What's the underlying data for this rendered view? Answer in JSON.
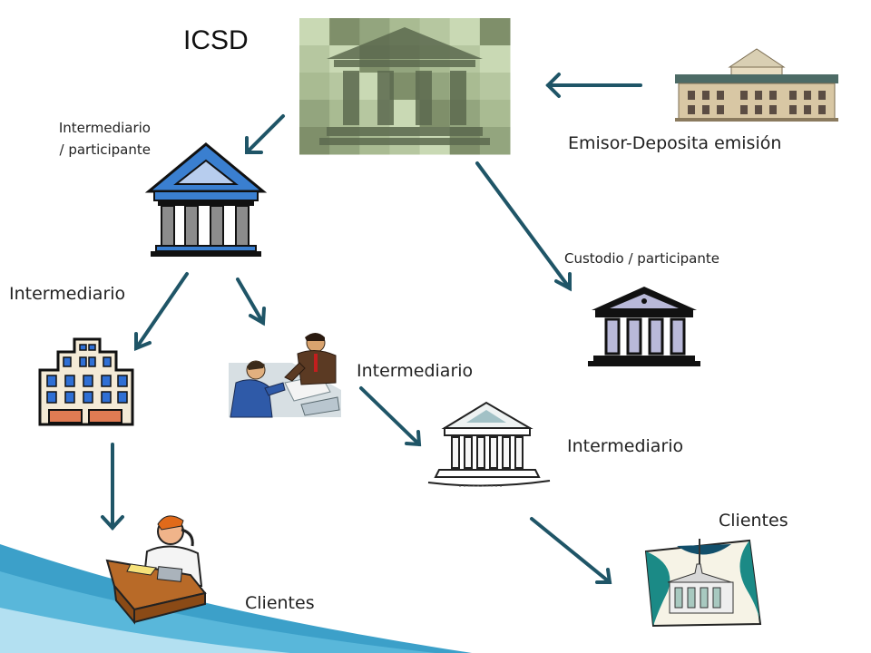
{
  "title": "ICSD",
  "labels": {
    "emisor": "Emisor-Deposita emisión",
    "intermediario_participante_line1": "Intermediario",
    "intermediario_participante_line2": "/ participante",
    "custodio": "Custodio / participante",
    "intermediario_left": "Intermediario",
    "intermediario_mid": "Intermediario",
    "intermediario_right": "Intermediario",
    "clientes_right": "Clientes",
    "clientes_bottom": "Clientes"
  },
  "colors": {
    "arrow": "#1f5567",
    "text": "#222222",
    "mosaic_dark": "#7f8f6a",
    "mosaic_light": "#c9d9b4",
    "bank_blue": "#3a7fd0",
    "bank_light": "#b7cdee",
    "custodio_fill": "#b9b9d9",
    "corner_teal": "#1a8fc0"
  },
  "icons": [
    "icsd-mosaic-bank-icon",
    "emisor-building-icon",
    "blue-bank-icon",
    "custodio-bank-icon",
    "office-building-icon",
    "meeting-people-icon",
    "sketch-bank-icon",
    "phone-client-icon",
    "client-building-icon"
  ]
}
